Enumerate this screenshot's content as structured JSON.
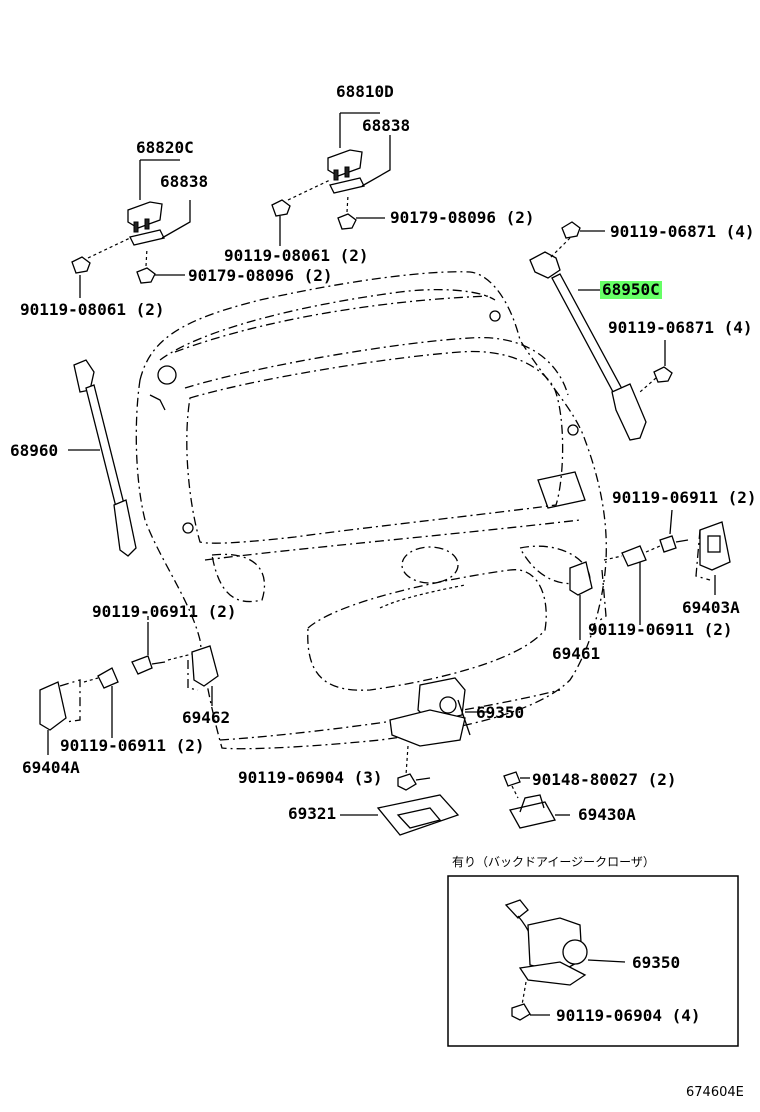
{
  "diagram": {
    "figure_number": "674604E",
    "inset_note": "有り（バックドアイージークローザ）",
    "highlight_color": "#66ff66",
    "labels": {
      "p68810D": "68810D",
      "p68838_a": "68838",
      "p68820C": "68820C",
      "p68838_b": "68838",
      "bolt_08061_a": "90119-08061 (2)",
      "nut_08096_a": "90179-08096 (2)",
      "bolt_08061_b": "90119-08061 (2)",
      "nut_08096_b": "90179-08096 (2)",
      "bolt_06871_a": "90119-06871 (4)",
      "p68950C": "68950C",
      "bolt_06871_b": "90119-06871 (4)",
      "p68960": "68960",
      "bolt_06911_a": "90119-06911 (2)",
      "p69403A": "69403A",
      "bolt_06911_b": "90119-06911 (2)",
      "p69461": "69461",
      "bolt_06911_c": "90119-06911 (2)",
      "p69462": "69462",
      "p69350": "69350",
      "bolt_06911_d": "90119-06911 (2)",
      "p69404A": "69404A",
      "bolt_06904_a": "90119-06904 (3)",
      "screw_80027": "90148-80027 (2)",
      "p69321": "69321",
      "p69430A": "69430A",
      "p69350_inset": "69350",
      "bolt_06904_b": "90119-06904 (4)"
    }
  }
}
